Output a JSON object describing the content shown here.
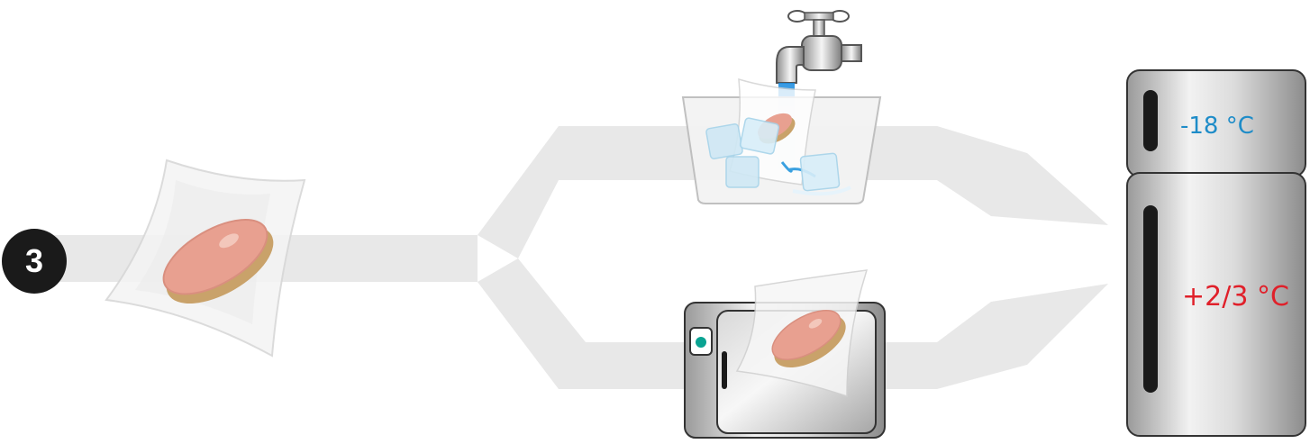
{
  "step": {
    "number": "3"
  },
  "fridge": {
    "freezer_temp": "-18 °C",
    "fridge_temp": "+2/3 °C"
  },
  "colors": {
    "arrow": "#e8e8e8",
    "freezer_temp": "#1e8cc8",
    "fridge_temp": "#e0202a",
    "badge": "#1a1a1a",
    "water": "#3aa0e0",
    "meat": "#e8a090",
    "rind": "#c9a26a",
    "led": "#0aa392"
  },
  "icons": [
    "meat-in-vacuum-bag",
    "water-tap",
    "ice-water-basin",
    "blast-chiller",
    "refrigerator"
  ]
}
